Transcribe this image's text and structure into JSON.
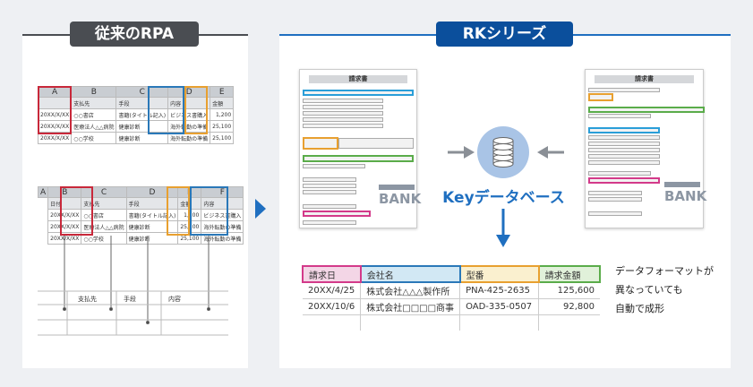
{
  "left": {
    "badge": "従来のRPA",
    "table1": {
      "cols": [
        "A",
        "B",
        "C",
        "D",
        "E"
      ],
      "headers": [
        "",
        "支払先",
        "手段",
        "内容",
        "金額"
      ],
      "rows": [
        [
          "20XX/X/XX",
          "○○書店",
          "書籍(タイトル記入)",
          "ビジネス書購入",
          "1,200"
        ],
        [
          "20XX/X/XX",
          "医療法人△△病院",
          "健康診断",
          "海外転勤の準備",
          "25,100"
        ],
        [
          "20XX/X/XX",
          "○○学校",
          "健康診断",
          "海外転勤の準備",
          "25,100"
        ]
      ]
    },
    "table2": {
      "cols": [
        "A",
        "B",
        "C",
        "D",
        "E",
        "F"
      ],
      "headers": [
        "日付",
        "支払先",
        "手段",
        "金額",
        "内容"
      ],
      "rows": [
        [
          "20XX/X/XX",
          "○○書店",
          "書籍(タイトル記入)",
          "1,200",
          "ビジネス書購入"
        ],
        [
          "20XX/X/XX",
          "医療法人△△病院",
          "健康診断",
          "25,100",
          "海外転勤の準備"
        ],
        [
          "20XX/X/XX",
          "○○学校",
          "健康診断",
          "25,100",
          "海外転勤の準備"
        ]
      ]
    },
    "table3": {
      "headers": [
        "支払先",
        "手段",
        "内容"
      ]
    }
  },
  "right": {
    "badge": "RKシリーズ",
    "invoice_title": "請求書",
    "bank": "BANK",
    "db_label": "Keyデータベース",
    "result": {
      "headers": [
        "請求日",
        "会社名",
        "型番",
        "請求金額"
      ],
      "rows": [
        [
          "20XX/4/25",
          "株式会社△△△製作所",
          "PNA-425-2635",
          "125,600"
        ],
        [
          "20XX/10/6",
          "株式会社□□□□商事",
          "OAD-335-0507",
          "92,800"
        ]
      ]
    },
    "note": [
      "データフォーマットが",
      "異なっていても",
      "自動で成形"
    ]
  },
  "colors": {
    "navy": "#0b4f9c",
    "gray_badge": "#4a4d52",
    "red": "#c8283a",
    "blue": "#2a78b8",
    "orange": "#e8a030",
    "green": "#5aac4a",
    "pink": "#d33a8a"
  }
}
